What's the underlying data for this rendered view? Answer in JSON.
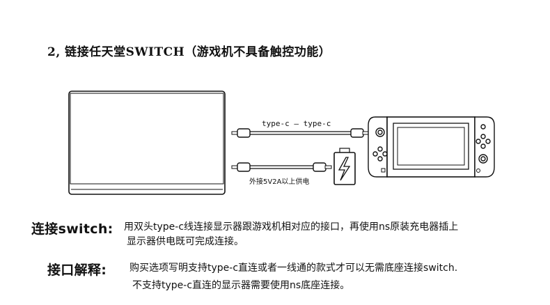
{
  "title": "2, 链接任天堂SWITCH（游戏机不具备触控功能）",
  "diagram": {
    "cable_label": "type-c – type-c",
    "power_label": "外接5V2A以上供电",
    "icons": {
      "monitor": "portable-monitor-icon",
      "switch": "nintendo-switch-icon",
      "battery": "battery-charging-icon",
      "cable": "usb-type-c-cable-icon"
    }
  },
  "sections": {
    "connect": {
      "label": "连接switch:",
      "line1": "用双头type-c线连接显示器跟游戏机相对应的接口，再使用ns原装充电器插上",
      "line2": "显示器供电既可完成连接。"
    },
    "explain": {
      "label": "接口解释:",
      "line1": "购买选项写明支持type-c直连或者一线通的款式才可以无需底座连接switch.",
      "line2": "不支持type-c直连的显示器需要使用ns底座连接。"
    }
  }
}
